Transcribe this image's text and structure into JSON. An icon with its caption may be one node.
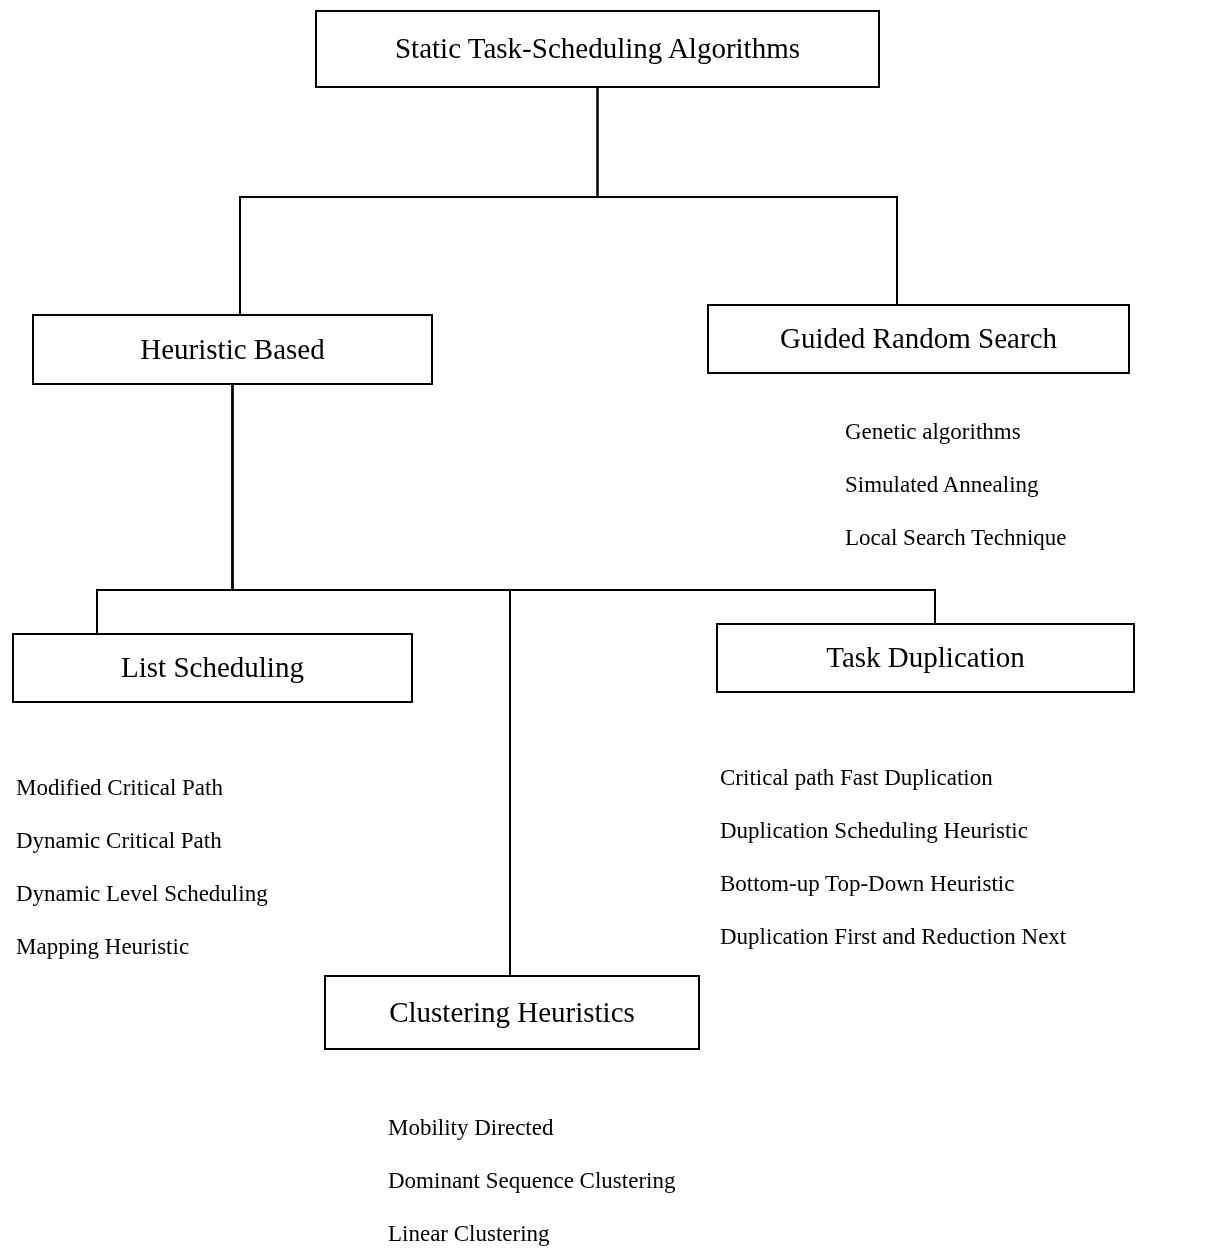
{
  "diagram": {
    "nodes": [
      {
        "text": [
          "Static Task-Scheduling Algorithms"
        ]
      },
      {
        "text": [
          "Heuristic Based"
        ]
      },
      {
        "text": [
          "Guided Random Search"
        ],
        "beside": [
          "Genetic algorithms",
          "Simulated Annealing",
          "Local Search Technique"
        ]
      },
      {
        "text": [
          "List Scheduling"
        ],
        "beside": [
          "Modified Critical Path",
          "Dynamic Critical Path",
          "Dynamic Level Scheduling",
          "Mapping Heuristic"
        ]
      },
      {
        "text": [
          "Task Duplication"
        ],
        "beside": [
          "Critical path Fast Duplication",
          "Duplication Scheduling Heuristic",
          "Bottom-up Top-Down Heuristic",
          "Duplication First and Reduction Next"
        ]
      },
      {
        "text": [
          "Clustering Heuristics"
        ],
        "beside": [
          "Mobility Directed",
          "Dominant Sequence Clustering",
          "Linear Clustering"
        ]
      }
    ],
    "edges": [
      {
        "from": 0,
        "to": 1,
        "arrow": "none"
      },
      {
        "from": 0,
        "to": 2,
        "arrow": "none"
      },
      {
        "from": 1,
        "to": 3,
        "arrow": "none"
      },
      {
        "from": 1,
        "to": 4,
        "arrow": "none"
      },
      {
        "from": 1,
        "to": 5,
        "arrow": "none"
      }
    ]
  }
}
